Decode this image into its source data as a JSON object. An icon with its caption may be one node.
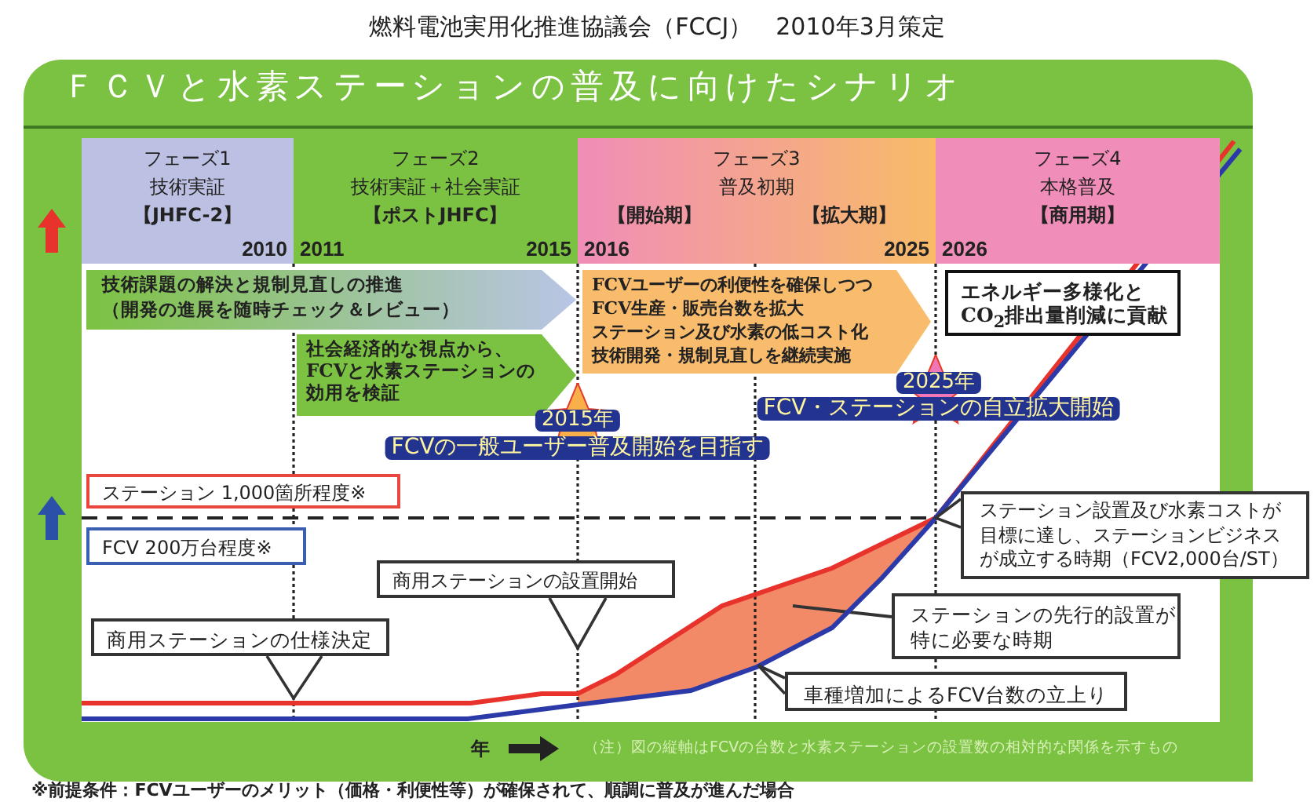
{
  "diagram": {
    "title": "燃料電池実用化推進協議会（FCCJ）　2010年3月策定",
    "caption": "※前提条件：FCVユーザーのメリット（価格・利便性等）が確保されて、順調に普及が進んだ場合",
    "nodes": [
      {
        "text": [
          "ＦＣＶと水素ステーションの普及に向けたシナリオ"
        ]
      },
      {
        "text": [
          "フェーズ1",
          "技術実証",
          "【JHFC-2】",
          "2010"
        ],
        "in": 0
      },
      {
        "text": [
          "フェーズ2",
          "技術実証＋社会実証",
          "【ポストJHFC】",
          "2011",
          "2015"
        ],
        "in": 0
      },
      {
        "text": [
          "フェーズ3",
          "普及初期",
          "【開始期】",
          "【拡大期】",
          "2016",
          "2025"
        ],
        "in": 0
      },
      {
        "text": [
          "フェーズ4",
          "本格普及",
          "【商用期】",
          "2026"
        ],
        "in": 0
      },
      {
        "text": [
          "技術課題の解決と規制見直しの推進",
          "（開発の進展を随時チェック＆レビュー）"
        ],
        "in": 0
      },
      {
        "text": [
          "社会経済的な視点から、FCVと水素ステーションの効用を検証"
        ],
        "in": 0
      },
      {
        "text": [
          "FCVユーザーの利便性を確保しつつ",
          "FCV生産・販売台数を拡大",
          "ステーション及び水素の低コスト化",
          "技術開発・規制見直しを継続実施"
        ],
        "in": 0
      },
      {
        "text": [
          "エネルギー多様化とCO$_{2}$排出量削減に貢献"
        ],
        "in": 0
      },
      {
        "text": [
          "2015年",
          "FCVの一般ユーザー普及開始を目指す"
        ],
        "in": 0
      },
      {
        "text": [
          "2025年",
          "FCV・ステーションの自立拡大開始"
        ],
        "in": 0
      },
      {
        "text": [
          "ステーション 1,000箇所程度※"
        ],
        "in": 0
      },
      {
        "text": [
          "FCV 200万台程度※"
        ],
        "in": 0
      },
      {
        "text": [
          "商用ステーションの仕様決定"
        ],
        "in": 0
      },
      {
        "text": [
          "商用ステーションの設置開始"
        ],
        "in": 0
      },
      {
        "text": [
          "ステーション設置及び水素コストが目標に達し、ステーションビジネスが成立する時期（FCV2,000台/ST）"
        ]
      },
      {
        "text": [
          "ステーションの先行的設置が特に必要な時期"
        ],
        "in": 0
      },
      {
        "text": [
          "車種増加によるFCV台数の立上り"
        ],
        "in": 0
      },
      {
        "text": [],
        "shape": "area",
        "in": 0
      }
    ],
    "edges": [
      {
        "from": 16,
        "to": 18,
        "arrow": "none"
      }
    ],
    "labels": [
      "年",
      "（注）図の縦軸はFCVの台数と水素ステーションの設置数の相対的な関係を示すもの"
    ]
  }
}
